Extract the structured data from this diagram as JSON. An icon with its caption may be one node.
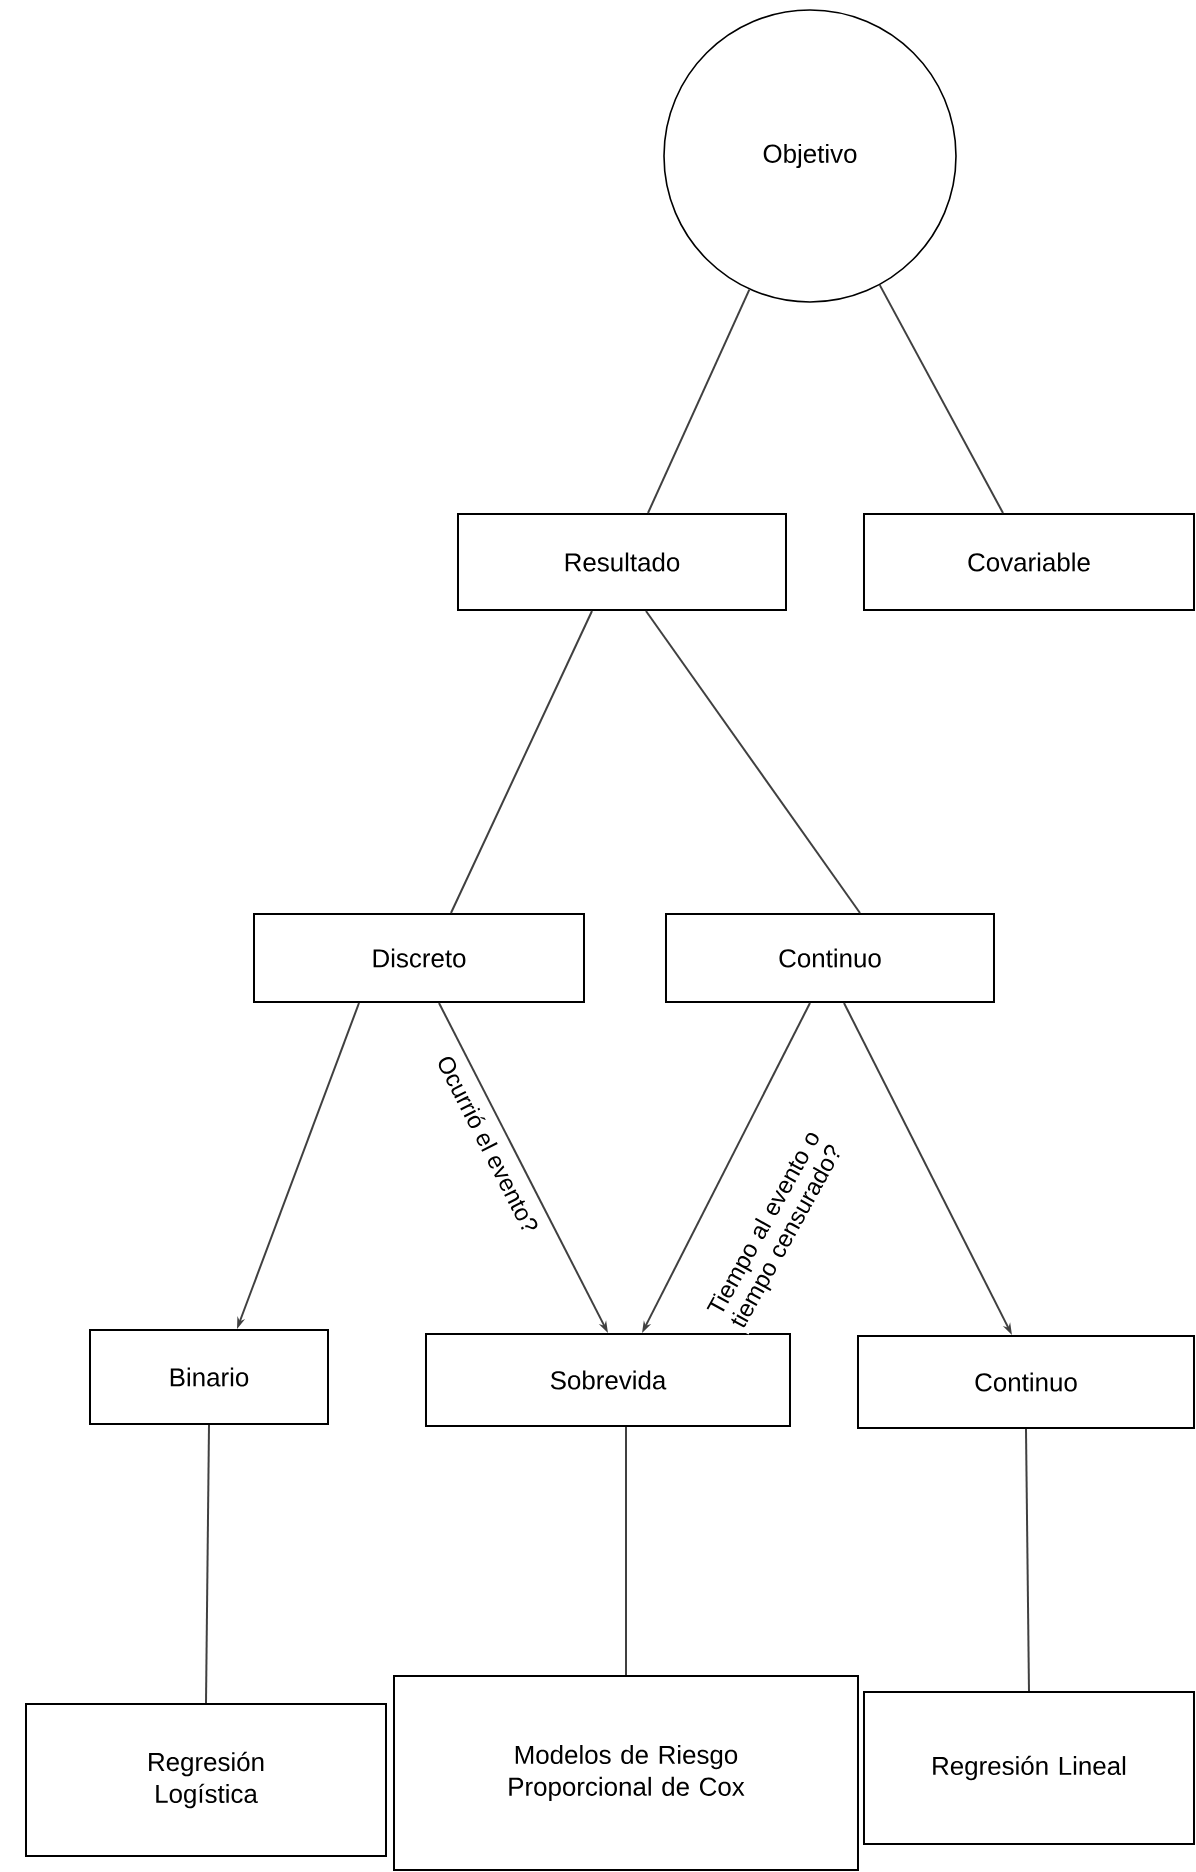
{
  "diagram": {
    "nodes": [
      {
        "text": [
          "Objetivo"
        ]
      },
      {
        "text": [
          "Resultado"
        ]
      },
      {
        "text": [
          "Covariable"
        ]
      },
      {
        "text": [
          "Discreto"
        ]
      },
      {
        "text": [
          "Continuo"
        ]
      },
      {
        "text": [
          "Binario"
        ]
      },
      {
        "text": [
          "Sobrevida"
        ]
      },
      {
        "text": [
          "Continuo"
        ]
      },
      {
        "text": [
          "Regresión Logística"
        ]
      },
      {
        "text": [
          "Modelos de Riesgo Proporcional de Cox"
        ]
      },
      {
        "text": [
          "Regresión Lineal"
        ]
      }
    ],
    "edges": [
      {
        "from": 0,
        "to": 1,
        "arrow": "none"
      },
      {
        "from": 0,
        "to": 2,
        "arrow": "none"
      },
      {
        "from": 1,
        "to": 3,
        "arrow": "none"
      },
      {
        "from": 1,
        "to": 4,
        "arrow": "none"
      },
      {
        "from": 3,
        "to": 5,
        "arrow": "to"
      },
      {
        "from": 3,
        "to": 6,
        "arrow": "to",
        "label": "Ocurrió el evento?"
      },
      {
        "from": 4,
        "to": 6,
        "arrow": "to",
        "label": "Tiempo al evento o tiempo censurado?"
      },
      {
        "from": 4,
        "to": 7,
        "arrow": "to"
      },
      {
        "from": 5,
        "to": 8,
        "arrow": "none"
      },
      {
        "from": 6,
        "to": 9,
        "arrow": "none"
      },
      {
        "from": 7,
        "to": 10,
        "arrow": "none"
      }
    ]
  }
}
